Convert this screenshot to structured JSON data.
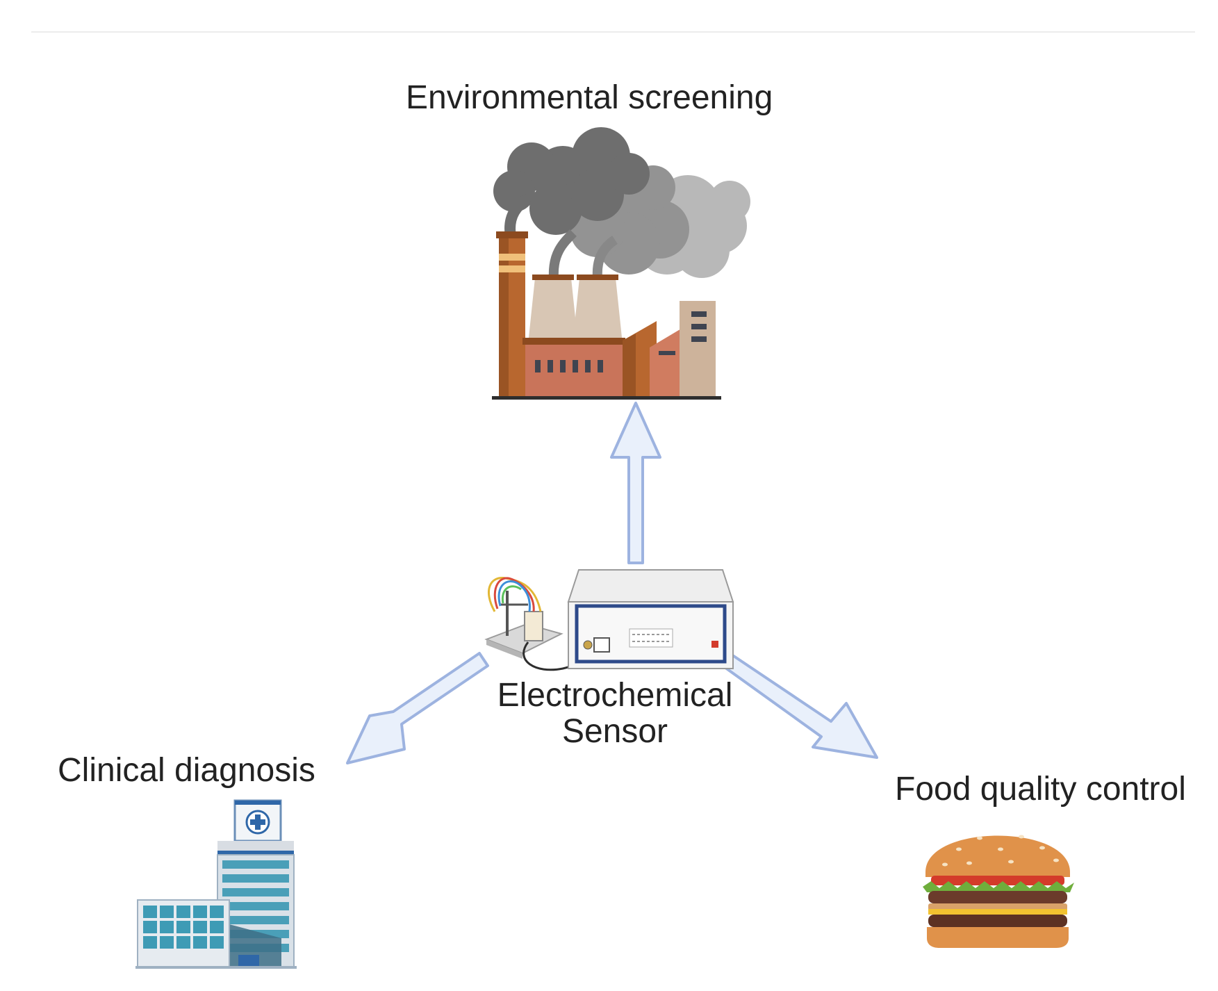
{
  "labels": {
    "environmental": "Environmental screening",
    "sensor": "Electrochemical Sensor",
    "clinical": "Clinical diagnosis",
    "food": "Food quality control"
  },
  "icons": {
    "factory": "factory-icon",
    "potentiostat": "potentiostat-icon",
    "electrochemical_cell": "electrochemical-cell-icon",
    "hospital": "hospital-icon",
    "burger": "burger-icon"
  },
  "colors": {
    "arrow_fill": "#e9f0fb",
    "arrow_stroke": "#9db3e0",
    "smoke_dark": "#6e6e6e",
    "smoke_light": "#b8b8b8",
    "brick": "#c9745a",
    "chimney": "#b8672f",
    "text": "#222222"
  }
}
